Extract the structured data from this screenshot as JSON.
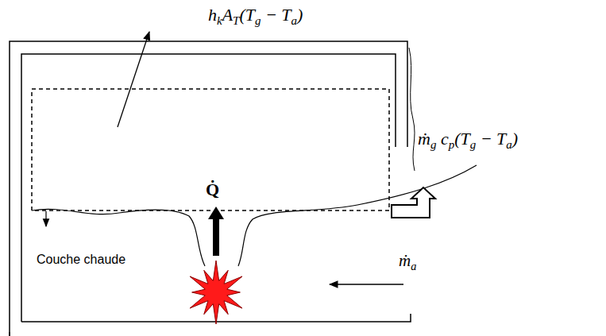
{
  "diagram": {
    "labels": [
      "h",
      "k",
      "A",
      "T",
      "(T",
      "g",
      " − T",
      "a",
      ")",
      "ṁ",
      "g",
      " c",
      "p",
      "(T",
      "g",
      " − T",
      "a",
      ")",
      "Q̇",
      "Couche chaude",
      "ṁ",
      "a"
    ]
  }
}
